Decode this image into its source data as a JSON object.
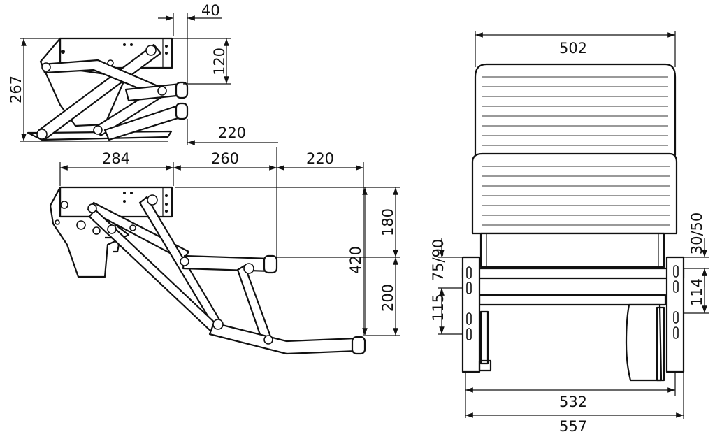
{
  "dimensions": {
    "folded": {
      "top_offset": "40",
      "drop": "120",
      "height": "267",
      "extend": "220"
    },
    "extended": {
      "mount_depth": "284",
      "first_step": "260",
      "second_step": "220",
      "first_drop": "180",
      "second_drop": "200",
      "total_drop": "420"
    },
    "front": {
      "step_width": "502",
      "inner_width": "532",
      "outer_width": "557",
      "hole_spacing_a": "115",
      "hole_spacing_b": "75/90",
      "hole_spacing_c": "30/50",
      "hole_spacing_d": "114"
    }
  },
  "colors": {
    "line": "#111111",
    "background": "#ffffff"
  }
}
